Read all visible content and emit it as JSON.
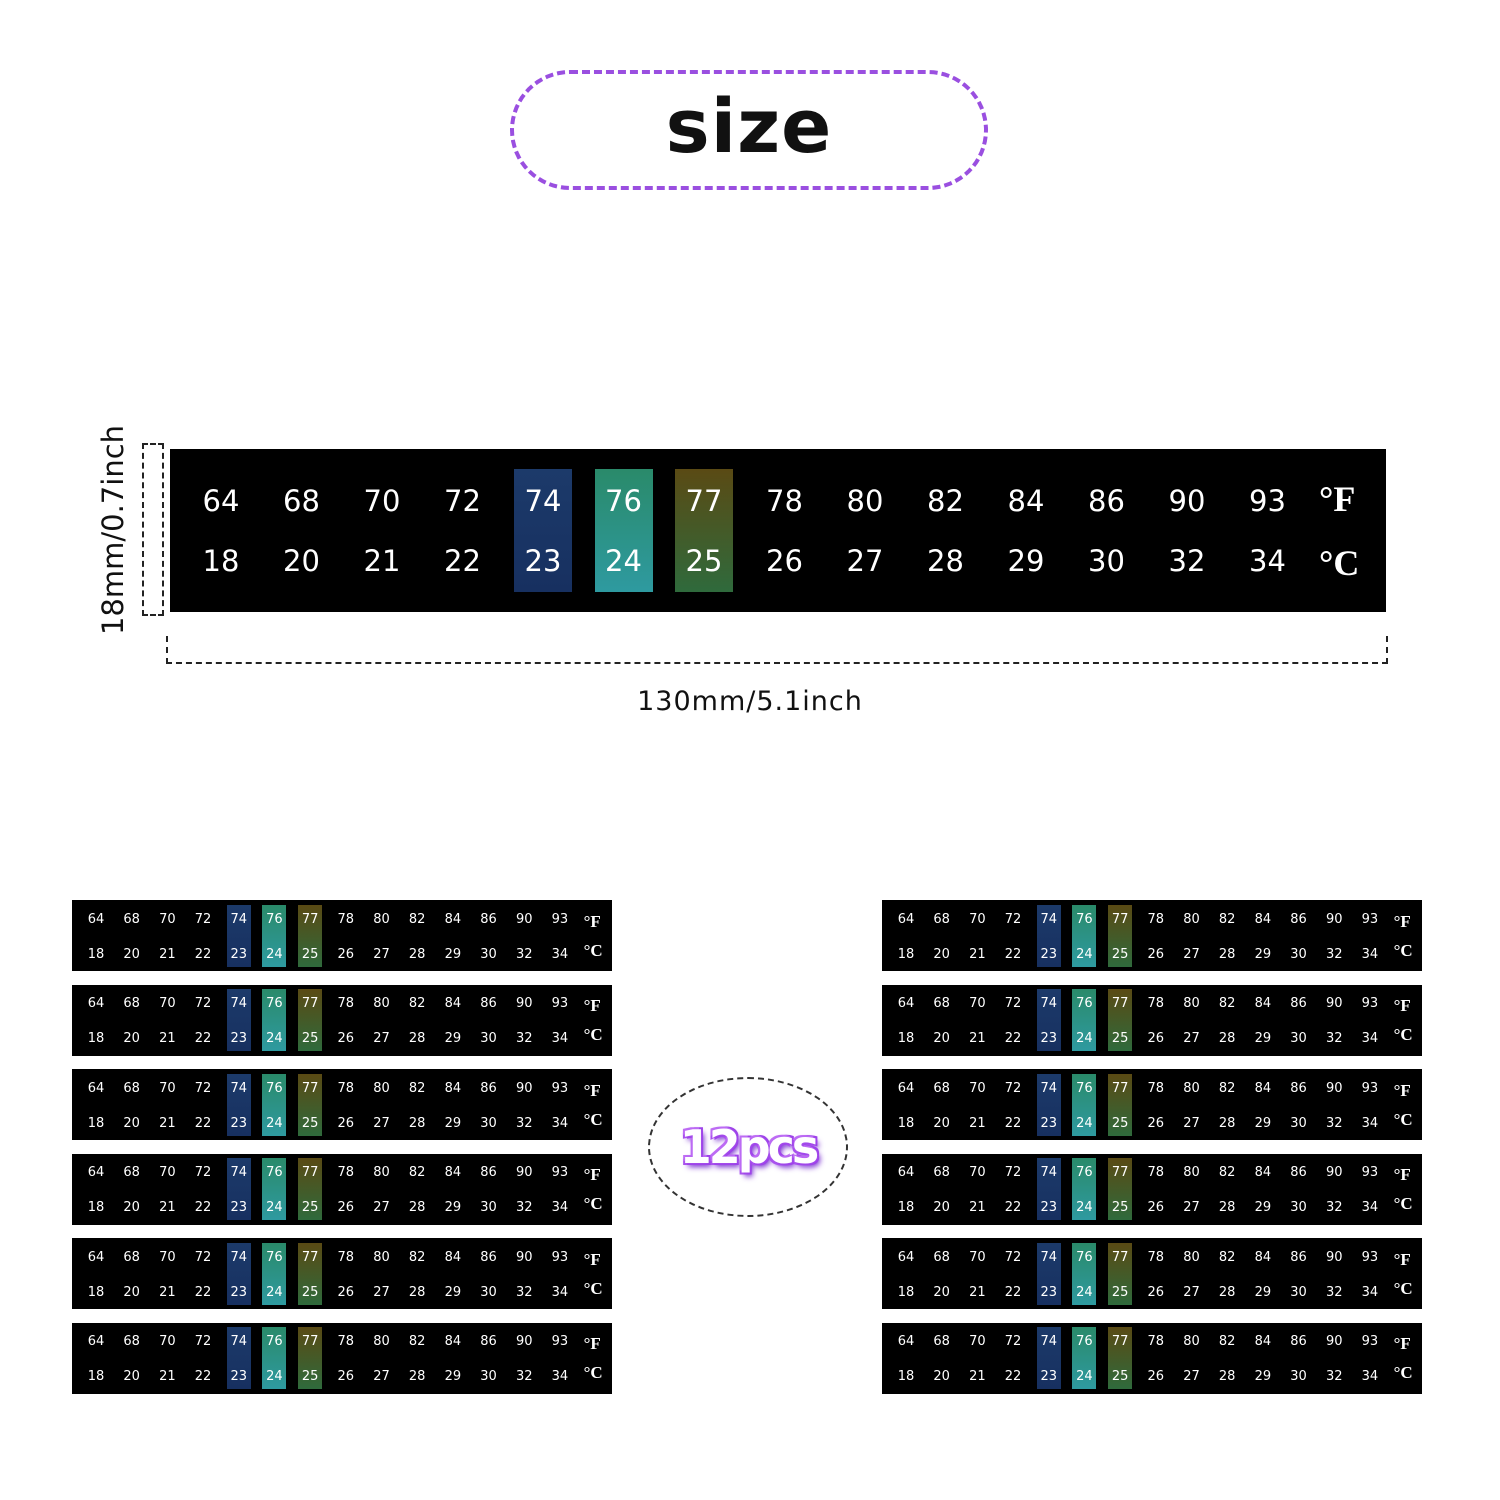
{
  "title": "size",
  "height_label": "18mm/0.7inch",
  "width_label": "130mm/5.1inch",
  "quantity_label": "12pcs",
  "strip": {
    "fahrenheit": [
      "64",
      "68",
      "70",
      "72",
      "74",
      "76",
      "77",
      "78",
      "80",
      "82",
      "84",
      "86",
      "90",
      "93"
    ],
    "celsius": [
      "18",
      "20",
      "21",
      "22",
      "23",
      "24",
      "25",
      "26",
      "27",
      "28",
      "29",
      "30",
      "32",
      "34"
    ],
    "unit_f": "°F",
    "unit_c": "°C",
    "highlight_colors": {
      "74": "#1c3a6a",
      "76": "#2a9a8a",
      "77": "#4a5a20"
    }
  },
  "colors": {
    "title_border": "#9a4fe0",
    "strip_bg": "#000000",
    "quantity_glow": "#9b40e8"
  }
}
